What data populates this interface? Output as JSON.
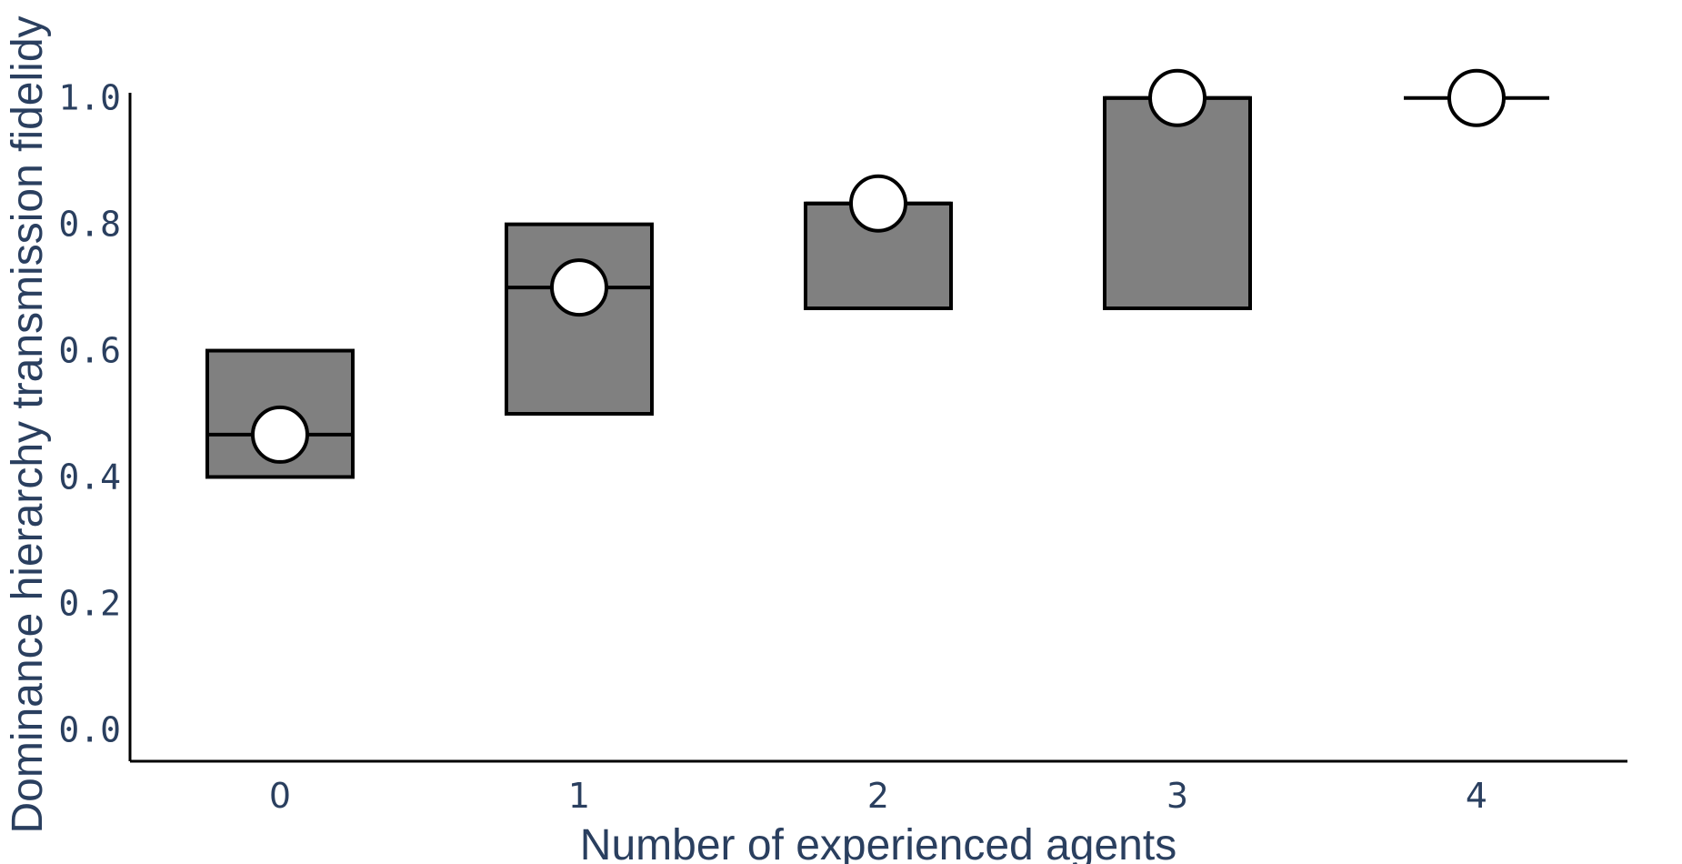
{
  "chart_data": {
    "type": "box",
    "xlabel": "Number of experienced agents",
    "ylabel": "Dominance hierarchy transmission fidelidy",
    "categories": [
      "0",
      "1",
      "2",
      "3",
      "4"
    ],
    "q1": [
      0.4,
      0.5,
      0.667,
      0.667,
      1.0
    ],
    "median": [
      0.467,
      0.7,
      0.833,
      1.0,
      1.0
    ],
    "q3": [
      0.6,
      0.8,
      0.833,
      1.0,
      1.0
    ],
    "mean": [
      0.467,
      0.7,
      0.833,
      1.0,
      1.0
    ],
    "ylim": [
      -0.05,
      1.05
    ],
    "yticks": [
      "0.0",
      "0.2",
      "0.4",
      "0.6",
      "0.8",
      "1.0"
    ],
    "ytick_values": [
      0.0,
      0.2,
      0.4,
      0.6,
      0.8,
      1.0
    ],
    "grid": false,
    "legend": "none",
    "colors": {
      "box_fill": "#808080",
      "stroke": "#000000",
      "marker_fill": "#ffffff",
      "text": "#2a3f5f"
    }
  }
}
